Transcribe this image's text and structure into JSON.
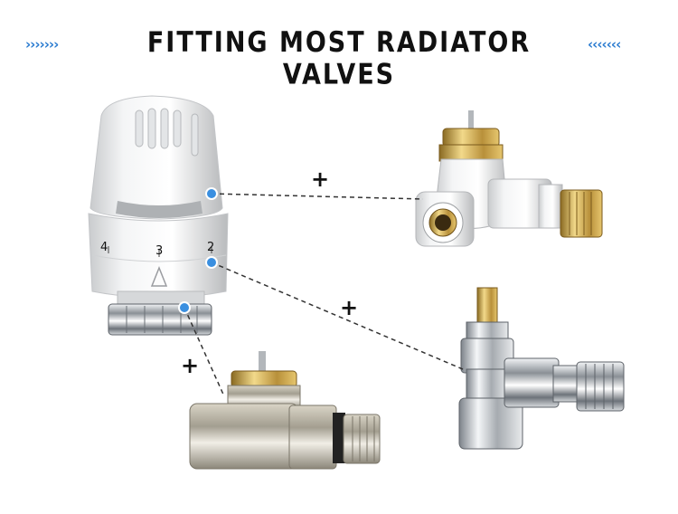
{
  "header": {
    "title": "FITTING MOST RADIATOR VALVES",
    "arrows_left": "›››››››",
    "arrows_right": "‹‹‹‹‹‹‹"
  },
  "knob": {
    "scale_labels": [
      "4",
      "3",
      "2"
    ]
  },
  "connectors": {
    "plus_symbol": "+"
  },
  "colors": {
    "accent": "#2a7bd0",
    "title": "#111111",
    "dot": "#3a8fe0"
  },
  "icons": {
    "thermostat_head": "thermostatic-head-illustration",
    "valve_angle_white": "white-angle-valve-illustration",
    "valve_angle_chrome": "chrome-angle-valve-illustration",
    "valve_straight_nickel": "nickel-straight-valve-illustration"
  }
}
